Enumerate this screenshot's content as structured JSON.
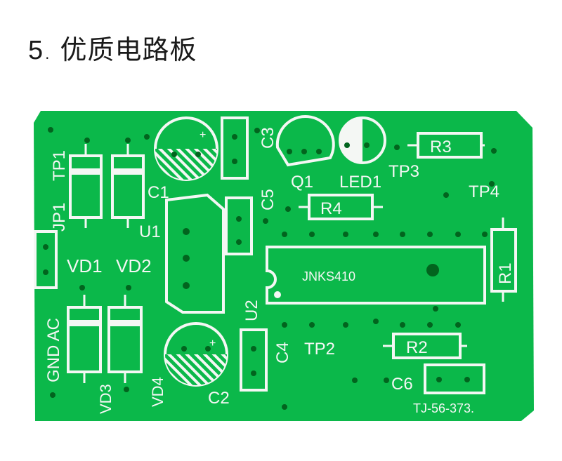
{
  "heading": {
    "number": "5",
    "text": "优质电路板"
  },
  "board": {
    "color": "#0bb84a",
    "silkscreen_color": "#f4f7f4",
    "labels": {
      "tp1": "TP1",
      "jp1": "JP1",
      "gnd_ac": "GND AC",
      "vd1": "VD1",
      "vd2": "VD2",
      "vd3": "VD3",
      "vd4": "VD4",
      "c1": "C1",
      "c2": "C2",
      "c3": "C3",
      "c4": "C4",
      "c5": "C5",
      "c6": "C6",
      "u1": "U1",
      "u2": "U2",
      "q1": "Q1",
      "led1": "LED1",
      "tp2": "TP2",
      "tp3": "TP3",
      "tp4": "TP4",
      "r1": "R1",
      "r2": "R2",
      "r3": "R3",
      "r4": "R4",
      "chip": "JNKS410",
      "code": "TJ-56-373."
    }
  }
}
